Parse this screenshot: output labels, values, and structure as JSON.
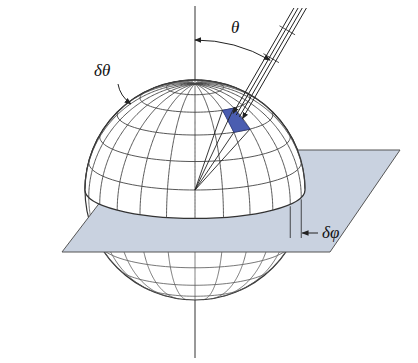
{
  "diagram": {
    "labels": [
      "θ",
      "δθ",
      "δφ"
    ]
  }
}
